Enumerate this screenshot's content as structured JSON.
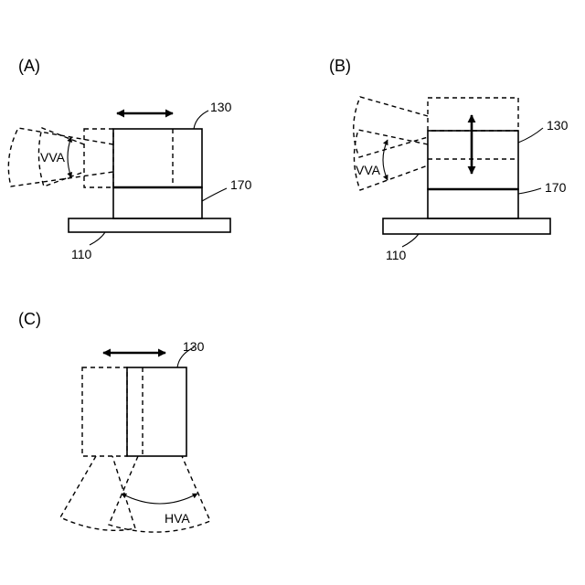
{
  "panels": {
    "a": {
      "label": "(A)",
      "camera_ref": "130",
      "base_ref": "170",
      "table_ref": "110",
      "angle_label": "VVA"
    },
    "b": {
      "label": "(B)",
      "camera_ref": "130",
      "base_ref": "170",
      "table_ref": "110",
      "angle_label": "VVA"
    },
    "c": {
      "label": "(C)",
      "camera_ref": "130",
      "angle_label": "HVA"
    }
  },
  "icons": {
    "double_arrow": "double-headed-arrow-icon"
  }
}
